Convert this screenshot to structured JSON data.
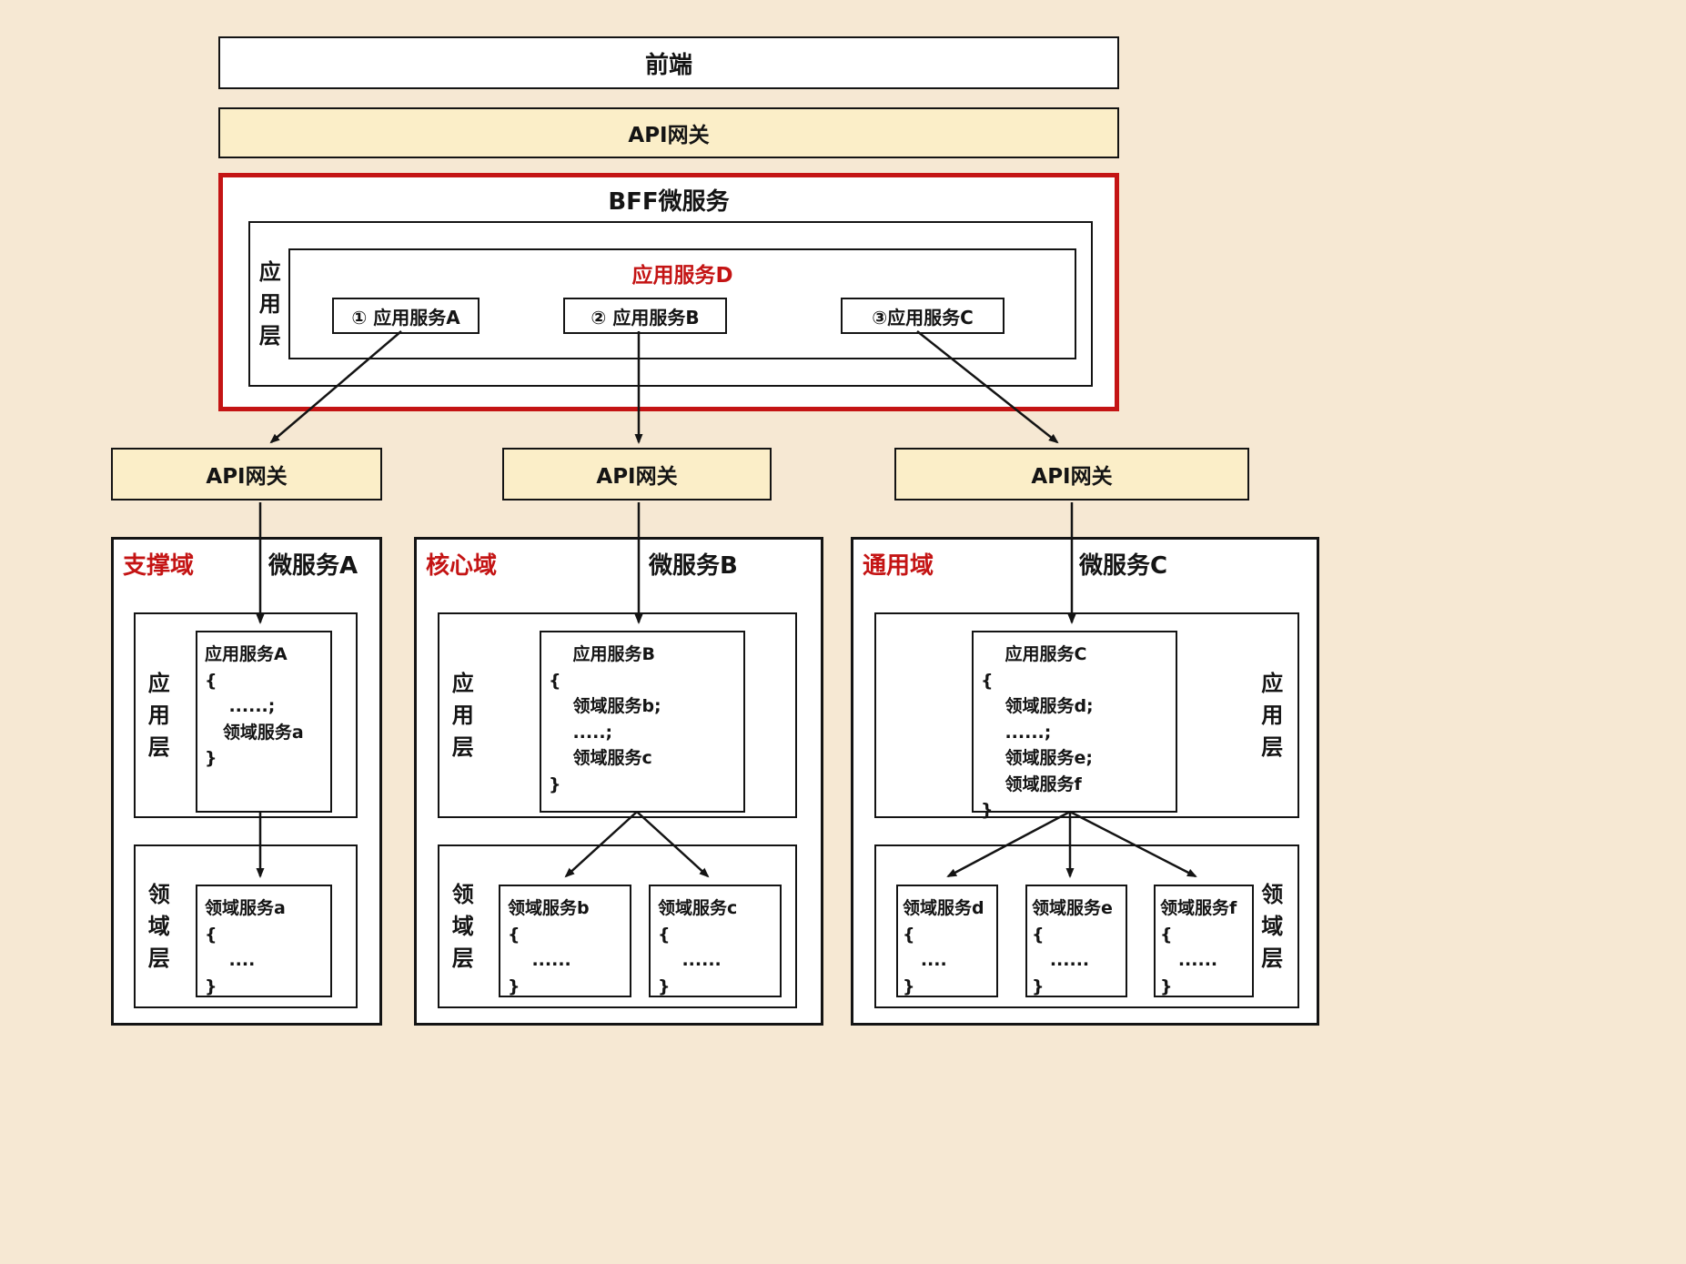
{
  "colors": {
    "background": "#f6e8d3",
    "cream": "#fbeec8",
    "red": "#c41414",
    "ink": "#141414"
  },
  "top": {
    "frontend_label": "前端",
    "gateway_label": "API网关"
  },
  "bff": {
    "title": "BFF微服务",
    "app_layer_label": "应用层",
    "service_d_label": "应用服务D",
    "services": [
      {
        "label": "① 应用服务A"
      },
      {
        "label": "② 应用服务B"
      },
      {
        "label": "③应用服务C"
      }
    ]
  },
  "gateways": [
    {
      "label": "API网关"
    },
    {
      "label": "API网关"
    },
    {
      "label": "API网关"
    }
  ],
  "domains": [
    {
      "badge": "支撑域",
      "title": "微服务A",
      "app_layer_label": "应用层",
      "app_service_code": "应用服务A\n{\n    ......;\n   领域服务a\n}",
      "domain_layer_label": "领域层",
      "services": [
        {
          "code": "领域服务a\n{\n    ....\n}"
        }
      ]
    },
    {
      "badge": "核心域",
      "title": "微服务B",
      "app_layer_label": "应用层",
      "app_service_code": "    应用服务B\n{\n    领域服务b;\n    .....;\n    领域服务c\n}",
      "domain_layer_label": "领域层",
      "services": [
        {
          "code": "领域服务b\n{\n    ......\n}"
        },
        {
          "code": "领域服务c\n{\n    ......\n}"
        }
      ]
    },
    {
      "badge": "通用域",
      "title": "微服务C",
      "app_layer_label": "应用层",
      "app_service_code": "    应用服务C\n{\n    领域服务d;\n    ......;\n    领域服务e;\n    领域服务f\n}",
      "domain_layer_label": "领域层",
      "services": [
        {
          "code": "领域服务d\n{\n   ....\n}"
        },
        {
          "code": "领域服务e\n{\n   ......\n}"
        },
        {
          "code": "领域服务f\n{\n   ......\n}"
        }
      ]
    }
  ]
}
